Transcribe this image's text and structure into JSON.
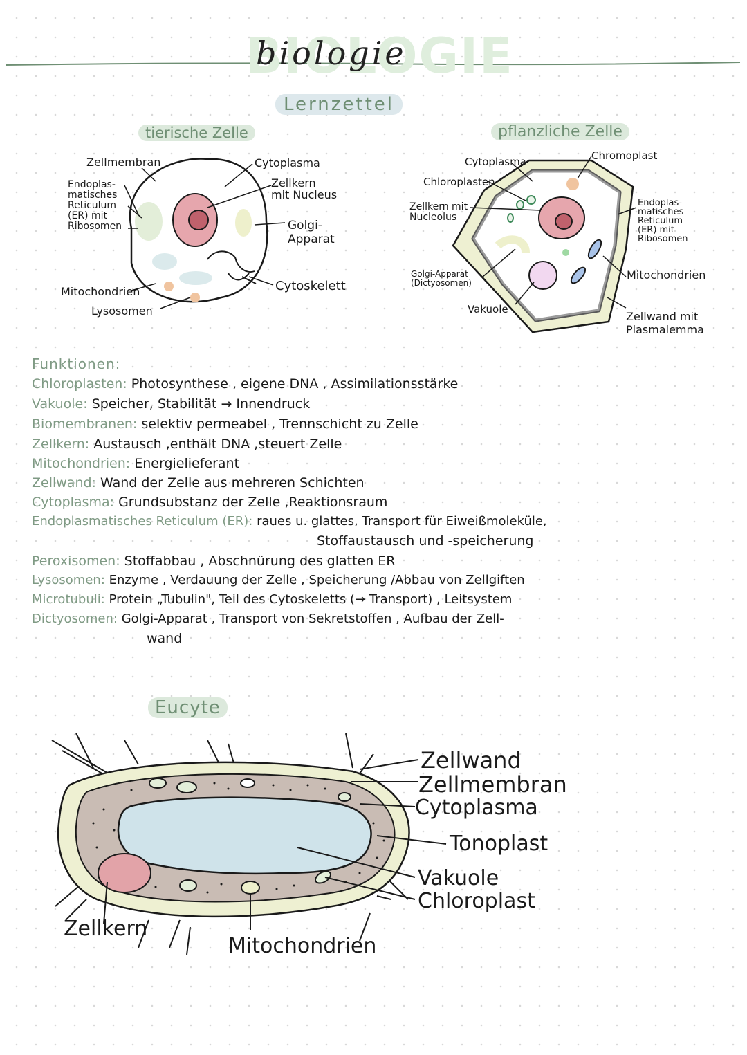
{
  "header": {
    "title": "biologie",
    "title_bg": "BIOLOGIE",
    "subtitle": "Lernzettel"
  },
  "animal_cell": {
    "heading": "tierische Zelle",
    "labels": {
      "zellmembran": "Zellmembran",
      "er": "Endoplas-\nmatisches\nReticulum\n(ER) mit\nRibosomen",
      "mitochondrien": "Mitochondrien",
      "lysosomen": "Lysosomen",
      "cytoplasma": "Cytoplasma",
      "zellkern": "Zellkern\nmit Nucleus",
      "golgi": "Golgi-\nApparat",
      "cytoskelett": "Cytoskelett"
    }
  },
  "plant_cell": {
    "heading": "pflanzliche Zelle",
    "labels": {
      "cytoplasma": "Cytoplasma",
      "chromoplast": "Chromoplast",
      "chloroplasten": "Chloroplasten",
      "zellkern": "Zellkern mit\nNucleolus",
      "golgi": "Golgi-Apparat\n(Dictyosomen)",
      "vakuole": "Vakuole",
      "er": "Endoplas-\nmatisches\nReticulum\n(ER) mit\nRibosomen",
      "mitochondrien": "Mitochondrien",
      "zellwand": "Zellwand mit\nPlasmalemma"
    }
  },
  "functions": {
    "heading": "Funktionen:",
    "rows": [
      {
        "key": "Chloroplasten:",
        "value": "Photosynthese , eigene DNA , Assimilationsstärke"
      },
      {
        "key": "Vakuole:",
        "value": "Speicher, Stabilität → Innendruck"
      },
      {
        "key": "Biomembranen:",
        "value": "selektiv permeabel , Trennschicht zu Zelle"
      },
      {
        "key": "Zellkern:",
        "value": "Austausch ,enthält DNA ,steuert Zelle"
      },
      {
        "key": "Mitochondrien:",
        "value": "Energielieferant"
      },
      {
        "key": "Zellwand:",
        "value": "Wand der Zelle aus mehreren Schichten"
      },
      {
        "key": "Cytoplasma:",
        "value": "Grundsubstanz der Zelle ,Reaktionsraum"
      },
      {
        "key": "Endoplasmatisches Reticulum (ER):",
        "value": "raues u. glattes, Transport für Eiweißmoleküle,"
      },
      {
        "key": "",
        "value": "Stoffaustausch und -speicherung"
      },
      {
        "key": "Peroxisomen:",
        "value": "Stoffabbau , Abschnürung des glatten ER"
      },
      {
        "key": "Lysosomen:",
        "value": "Enzyme , Verdauung der Zelle , Speicherung /Abbau von Zellgiften"
      },
      {
        "key": "Microtubuli:",
        "value": "Protein „Tubulin\", Teil des Cytoskeletts (→ Transport) , Leitsystem"
      },
      {
        "key": "Dictyosomen:",
        "value": "Golgi-Apparat , Transport von Sekretstoffen , Aufbau der Zell-"
      },
      {
        "key": "",
        "value": "wand"
      }
    ]
  },
  "eucyte": {
    "heading": "Eucyte",
    "labels": {
      "zellwand": "Zellwand",
      "zellmembran": "Zellmembran",
      "cytoplasma": "Cytoplasma",
      "tonoplast": "Tonoplast",
      "vakuole": "Vakuole",
      "chloroplast": "Chloroplast",
      "zellkern": "Zellkern",
      "mitochondrien": "Mitochondrien"
    }
  },
  "colors": {
    "accent_green": "#7f9a84",
    "highlight_green": "#dce9dc",
    "nucleus_red": "#e2a3a8",
    "vacuole_blue": "#cfe3ea",
    "cytoplasm_brown": "#c9bcb4",
    "cell_wall_cream": "#eef0d2"
  }
}
